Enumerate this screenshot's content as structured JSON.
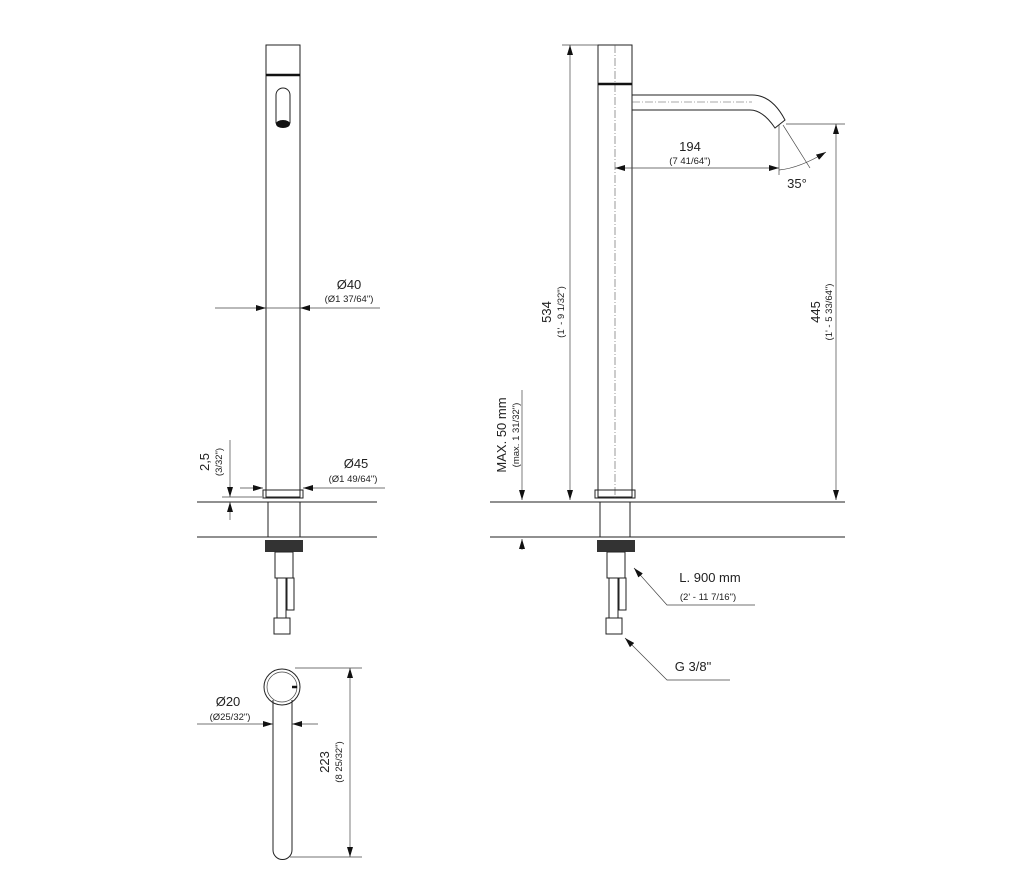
{
  "front_view": {
    "diameter_top": {
      "mm": "Ø40",
      "inch": "(Ø1 37/64\")"
    },
    "diameter_base": {
      "mm": "Ø45",
      "inch": "(Ø1 49/64\")"
    },
    "flange_height": {
      "mm": "2,5",
      "inch": "(3/32\")"
    }
  },
  "side_view": {
    "spout_reach": {
      "mm": "194",
      "inch": "(7 41/64\")"
    },
    "spout_angle": "35°",
    "total_height": {
      "mm": "534",
      "inch": "(1' - 9 1/32\")"
    },
    "outlet_height": {
      "mm": "445",
      "inch": "(1' - 5 33/64\")"
    },
    "max_deck": {
      "mm": "MAX. 50 mm",
      "inch": "(max. 1 31/32\")"
    },
    "hose_length": {
      "mm": "L. 900 mm",
      "inch": "(2' - 11 7/16\")"
    },
    "connection": "G 3/8\""
  },
  "handle_view": {
    "diameter": {
      "mm": "Ø20",
      "inch": "(Ø25/32\")"
    },
    "length": {
      "mm": "223",
      "inch": "(8 25/32\")"
    }
  }
}
